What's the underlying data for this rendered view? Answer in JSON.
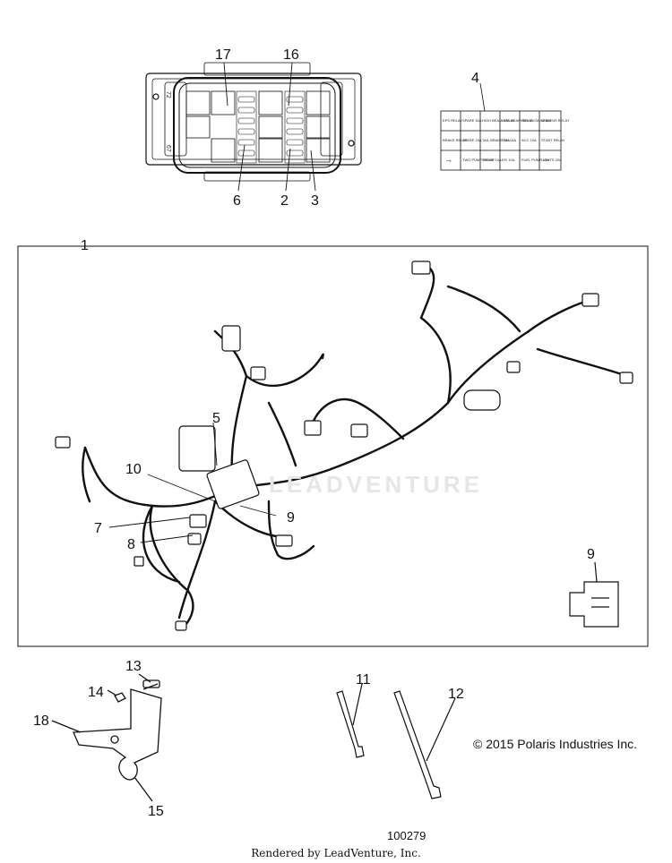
{
  "callouts": {
    "c1": "1",
    "c2": "2",
    "c3": "3",
    "c4": "4",
    "c5": "5",
    "c6": "6",
    "c7": "7",
    "c8": "8",
    "c9a": "9",
    "c9b": "9",
    "c10": "10",
    "c11": "11",
    "c12": "12",
    "c13": "13",
    "c14": "14",
    "c15": "15",
    "c16": "16",
    "c17": "17",
    "c18": "18"
  },
  "fuse_box": {
    "left_top": "72",
    "left_bottom": "67"
  },
  "label_chart": {
    "cells": [
      "EPS RELAY",
      "SPARE 30A",
      "HIGH BEAM RELAY",
      "LOW BEAM RELAY",
      "HIGH/LOW BEAM",
      "CHASSIS RELAY",
      "BRAKE RELAY",
      "SPARE 15A",
      "TAIL BRAKE 10A",
      "FAN 15A",
      "ACC 10A",
      "START RELAY",
      "→",
      "TWO PUMP RELAY",
      "SPARE 10A",
      "EFI 10A",
      "FUEL PUMP 15A",
      "LIGHTS 20A"
    ]
  },
  "watermark": "LEADVENTURE",
  "copyright": "© 2015 Polaris Industries Inc.",
  "figure_number": "100279",
  "rendered_by": "Rendered by LeadVenture, Inc."
}
